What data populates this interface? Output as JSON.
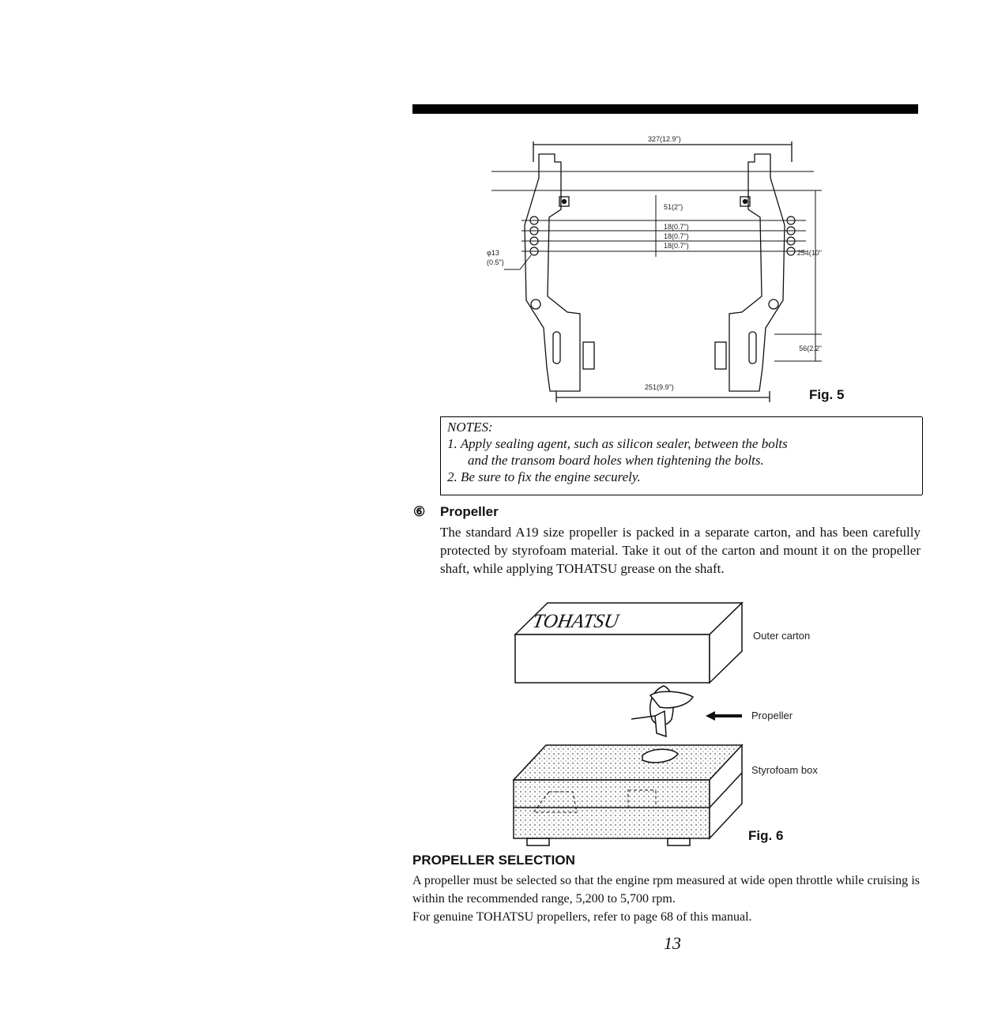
{
  "fig5": {
    "label": "Fig. 5",
    "dims": {
      "top_width": "327(12.9\")",
      "d51": "51(2\")",
      "d18a": "18(0.7\")",
      "d18b": "18(0.7\")",
      "d18c": "18(0.7\")",
      "hole_a": "φ13",
      "hole_b": "(0.5\")",
      "right_height": "254(10\")",
      "right_low": "56(2.2\")",
      "bottom_width": "251(9.9\")"
    }
  },
  "notes": {
    "title": "NOTES:",
    "item1_line1": "1. Apply sealing agent, such as silicon sealer, between the bolts",
    "item1_line2": "and the transom board holes when tightening the bolts.",
    "item2": "2. Be sure to fix the engine securely."
  },
  "propeller": {
    "number": "⑥",
    "heading": "Propeller",
    "text": "The standard A19 size propeller is packed in a separate carton, and has been carefully protected by styrofoam material. Take it out of the carton and mount it on the propeller shaft, while applying TOHATSU grease on the shaft."
  },
  "fig6": {
    "label": "Fig. 6",
    "brand": "TOHATSU",
    "callout_outer": "Outer carton",
    "callout_prop": "Propeller",
    "callout_box": "Styrofoam box"
  },
  "selection": {
    "heading": "PROPELLER SELECTION",
    "line1": "A propeller must be selected so that the engine rpm measured at wide open throttle while cruising is within the recommended range, 5,200 to 5,700 rpm.",
    "line2": "For genuine TOHATSU propellers, refer to page 68 of this manual."
  },
  "page_number": "13"
}
